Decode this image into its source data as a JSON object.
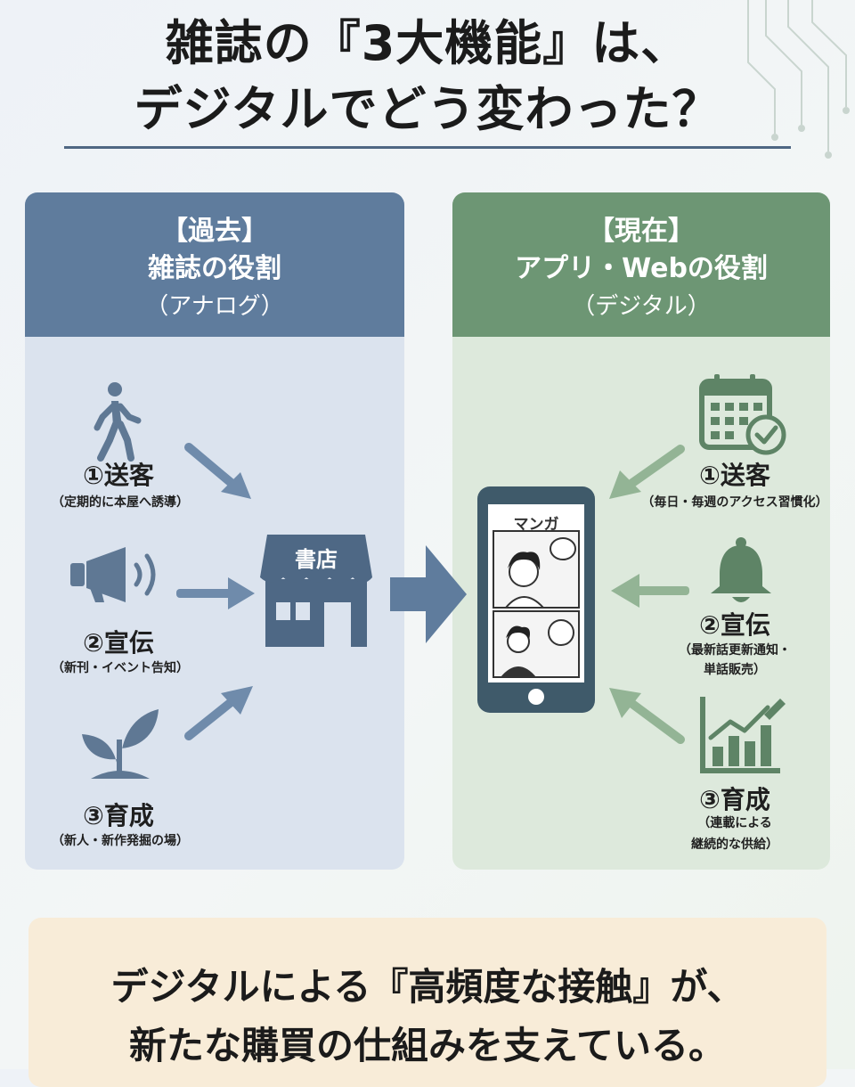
{
  "title": {
    "line1": "雑誌の『3大機能』は、",
    "line2": "デジタルでどう変わった？"
  },
  "left_panel": {
    "header_bracket": "【過去】",
    "header_title": "雑誌の役割",
    "header_sub": "（アナログ）",
    "items": [
      {
        "label": "①送客",
        "desc": "（定期的に本屋へ誘導）",
        "icon": "walking-person-icon"
      },
      {
        "label": "②宣伝",
        "desc": "（新刊・イベント告知）",
        "icon": "megaphone-icon"
      },
      {
        "label": "③育成",
        "desc": "（新人・新作発掘の場）",
        "icon": "sprout-icon"
      }
    ],
    "store_label": "書店"
  },
  "right_panel": {
    "header_bracket": "【現在】",
    "header_title": "アプリ・Webの役割",
    "header_sub": "（デジタル）",
    "items": [
      {
        "label": "①送客",
        "desc": "（毎日・毎週のアクセス習慣化）",
        "icon": "calendar-check-icon"
      },
      {
        "label": "②宣伝",
        "desc_line1": "（最新話更新通知・",
        "desc_line2": "単話販売）",
        "icon": "bell-icon"
      },
      {
        "label": "③育成",
        "desc_line1": "（連載による",
        "desc_line2": "継続的な供給）",
        "icon": "growth-chart-icon"
      }
    ],
    "phone_label": "マンガ"
  },
  "conclusion": {
    "line1": "デジタルによる『高頻度な接触』が、",
    "line2": "新たな購買の仕組みを支えている。"
  },
  "colors": {
    "left_header": "#5f7c9d",
    "left_panel": "#dbe3ee",
    "right_header": "#6d9674",
    "right_panel": "#dde9dc",
    "bottom_box": "#f8ecd8",
    "arrow_blue": "#6f8bab",
    "arrow_green": "#93b495"
  }
}
